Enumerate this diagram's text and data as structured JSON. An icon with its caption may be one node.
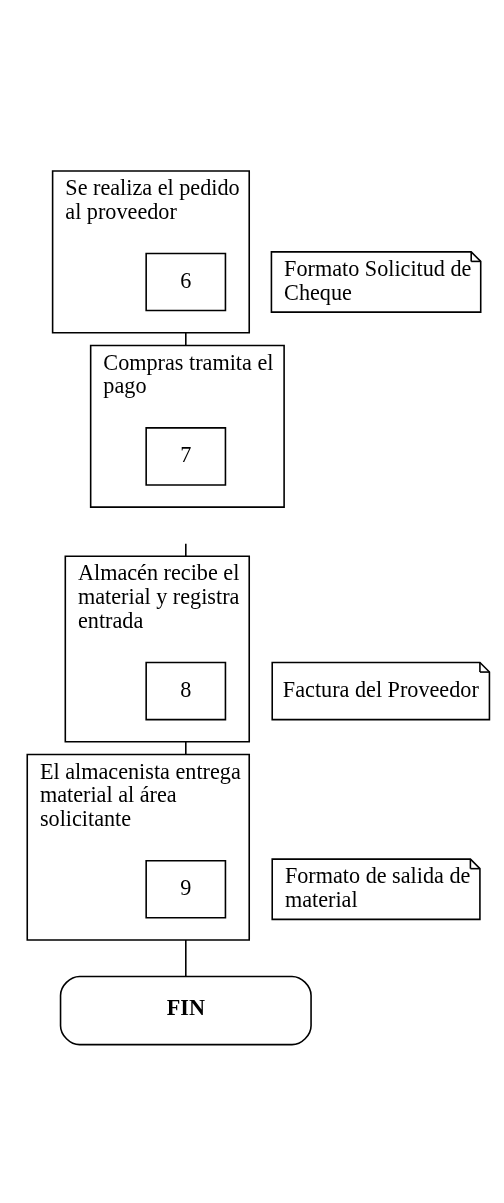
{
  "diagram": {
    "nodes": [
      {
        "text": [
          "Se realiza el pedido al proveedor"
        ]
      },
      {
        "text": [
          "6"
        ],
        "in": 0
      },
      {
        "text": [
          "Formato Solicitud de Cheque"
        ]
      },
      {
        "text": [
          "Compras tramita el pago"
        ]
      },
      {
        "text": [
          "7"
        ],
        "in": 3
      },
      {
        "text": [
          "Almacén recibe el material y registra entrada"
        ]
      },
      {
        "text": [
          "8"
        ],
        "in": 5
      },
      {
        "text": [
          "Factura del Proveedor"
        ]
      },
      {
        "text": [
          "El almacenista entrega material al área solicitante"
        ]
      },
      {
        "text": [
          "9"
        ],
        "in": 8
      },
      {
        "text": [
          "Formato de salida de material"
        ]
      },
      {
        "text": [
          "FIN"
        ]
      }
    ],
    "edges": [
      {
        "from": 0,
        "to": 3,
        "arrow": "none"
      },
      {
        "from": null,
        "to": 5,
        "arrow": "none"
      },
      {
        "from": 5,
        "to": 8,
        "arrow": "none"
      },
      {
        "from": 8,
        "to": 11,
        "arrow": "none"
      }
    ]
  }
}
